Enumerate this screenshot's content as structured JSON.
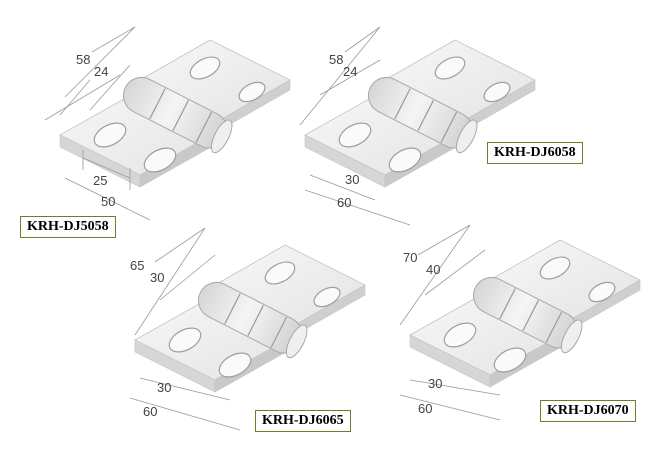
{
  "hinges": [
    {
      "model": "KRH-DJ5058",
      "height_total": "58",
      "height_inner": "24",
      "width_inner": "25",
      "width_total": "50"
    },
    {
      "model": "KRH-DJ6058",
      "height_total": "58",
      "height_inner": "24",
      "width_inner": "30",
      "width_total": "60"
    },
    {
      "model": "KRH-DJ6065",
      "height_total": "65",
      "height_inner": "30",
      "width_inner": "30",
      "width_total": "60"
    },
    {
      "model": "KRH-DJ6070",
      "height_total": "70",
      "height_inner": "40",
      "width_inner": "30",
      "width_total": "60"
    }
  ]
}
